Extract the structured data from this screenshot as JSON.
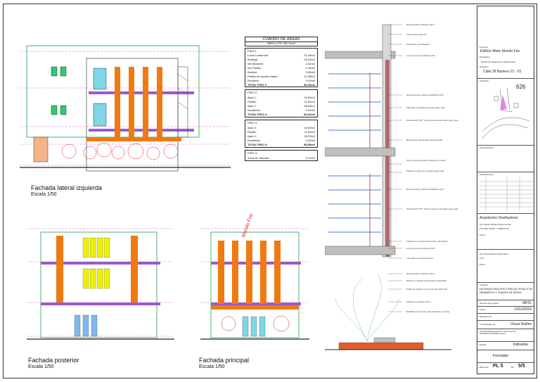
{
  "views": {
    "lateral": {
      "title": "Fachada lateral izquierda",
      "scale": "Escala 1/50"
    },
    "posterior": {
      "title": "Fachada posterior",
      "scale": "Escala 1/50"
    },
    "principal": {
      "title": "Fachada principal",
      "scale": "Escala 1/50"
    }
  },
  "areas_table": {
    "title": "CUADRO DE ÁREAS",
    "lot_area": "ÁREA LOTE: 360.00m2",
    "piso1": {
      "label": "PISO 1:",
      "rows": [
        {
          "name": "Local Comercial:",
          "value": "31,94m2"
        },
        {
          "name": "Bodega:",
          "value": "25,24m2"
        },
        {
          "name": "Wc Almacén:",
          "value": "2,41m2"
        },
        {
          "name": "Wc Pasillo:",
          "value": "2,16m2"
        },
        {
          "name": "Archivo:",
          "value": "2,90m2"
        },
        {
          "name": "Pasillo de acceso Aptos:",
          "value": "11,35m2"
        },
        {
          "name": "Escalera:",
          "value": "4,20m2"
        }
      ],
      "total_label": "TOTAL PISO 1:",
      "total_value": "80,20m2"
    },
    "piso2": {
      "label": "PISO 2:",
      "rows": [
        {
          "name": "Apto 1:",
          "value": "34,00m2"
        },
        {
          "name": "Pasillo:",
          "value": "11,62m2"
        },
        {
          "name": "Apto 2:",
          "value": "28,60m2"
        },
        {
          "name": "Escaleras:",
          "value": "9,40m2"
        }
      ],
      "total_label": "TOTAL PISO 2:",
      "total_value": "83,62m2"
    },
    "piso3": {
      "label": "PISO 3:",
      "rows": [
        {
          "name": "Apto 3:",
          "value": "34,00m2"
        },
        {
          "name": "Pasillo:",
          "value": "11,62m2"
        },
        {
          "name": "Apto 4:",
          "value": "30,57m2"
        },
        {
          "name": "Escaleras:",
          "value": "9,40m2"
        }
      ],
      "total_label": "TOTAL PISO 3:",
      "total_value": "85,59m2"
    },
    "piso4": {
      "label": "PISO 4:",
      "rows": [
        {
          "name": "Zona de Labores:",
          "value": "3,12m2"
        }
      ]
    }
  },
  "section_notes": [
    "Remoquetrete en Bloque 0,06 m",
    "Viniloes para pintar ext.",
    "Pintura tipo 1 Gris Basalto",
    "Losa en concreto reforzado 0,30",
    "Remozamiento en Bloque Multiplinds 0,26",
    "Planchas en aluminio terminado negro mate",
    "Ventana 150 X 65 * 0,30 en aluminio terminado negro mate",
    "Baranda tipo Termanodes, aluma alt 0,90",
    "Piso en concreto pulido terminado con resina",
    "Plancha en aluminio terminado negro mate",
    "Remozamiento en Bloque Multiplinds 0,26",
    "Ventana 150 X 65 * 0,30 en aluminio terminado negro mate",
    "Antepecho en mampostería 0,20m, altura 20cm",
    "Losa en concreto reforzado 0,30",
    "Losa base en concreto Grueso",
    "Remoquetrete en Bloque 0,06 m",
    "Relleno en material seleccionado compactado",
    "Pasillo de sobrante en concreto reforzado 0,30",
    "Sobrepiso en bloque 0,15 m",
    "Escalinas en concreto pulido terminado en resina"
  ],
  "title_block": {
    "project_label": "Proyecto",
    "project_name": "Edificio Mixto Mundo Frio",
    "owner_label": "Propietario",
    "owner_name": "Mundo Frio refrigeracion industrial SAS",
    "address_label": "Dirección",
    "address": "Calle 28 Numero 21 - 01",
    "location_label": "Ubicación",
    "location_number": "626",
    "observations_label": "Observaciones",
    "modifications_label": "Modificaciones",
    "designers_label": "Arquitectos Diseñadores",
    "designer1": "Arq. Lizardo Enrique Ossoordo Diaz",
    "designer1_id": "TP A 5447-91032 - T 0006047-05",
    "signature_label": "Firma",
    "designer2": "Arq. Oscar Enrique Ibañez Pérez",
    "designer2_id": "TP A",
    "signature2_label": "Firma",
    "contents_label": "Contiene",
    "contents": "FACHADAS ARQUITECTÓNICAS DETALLE DE PARAMENTO Y CUADRO DE ÁREAS",
    "project_no_label": "Número de proyecto",
    "project_no": "MF01",
    "date_label": "Fecha",
    "date": "10/11/2023",
    "drawn_label": "Dibujado por",
    "checked_label": "Comprobado por",
    "checked_by": "Oscar Ibañez",
    "file_path": "D:\\Arq Mundo\\Proyecto\\Lote - Local comercial Mundo\\Planos\\Fachadas Final.rvt",
    "scale_label": "Escala",
    "scale": "Indicadas",
    "sheet_title": "Fachadas",
    "sheet_no_label": "Plano No.",
    "sheet_no": "PL 5",
    "of_label": "De",
    "sheet_count": "5/5"
  },
  "facade_sign": "Mundo Frio"
}
